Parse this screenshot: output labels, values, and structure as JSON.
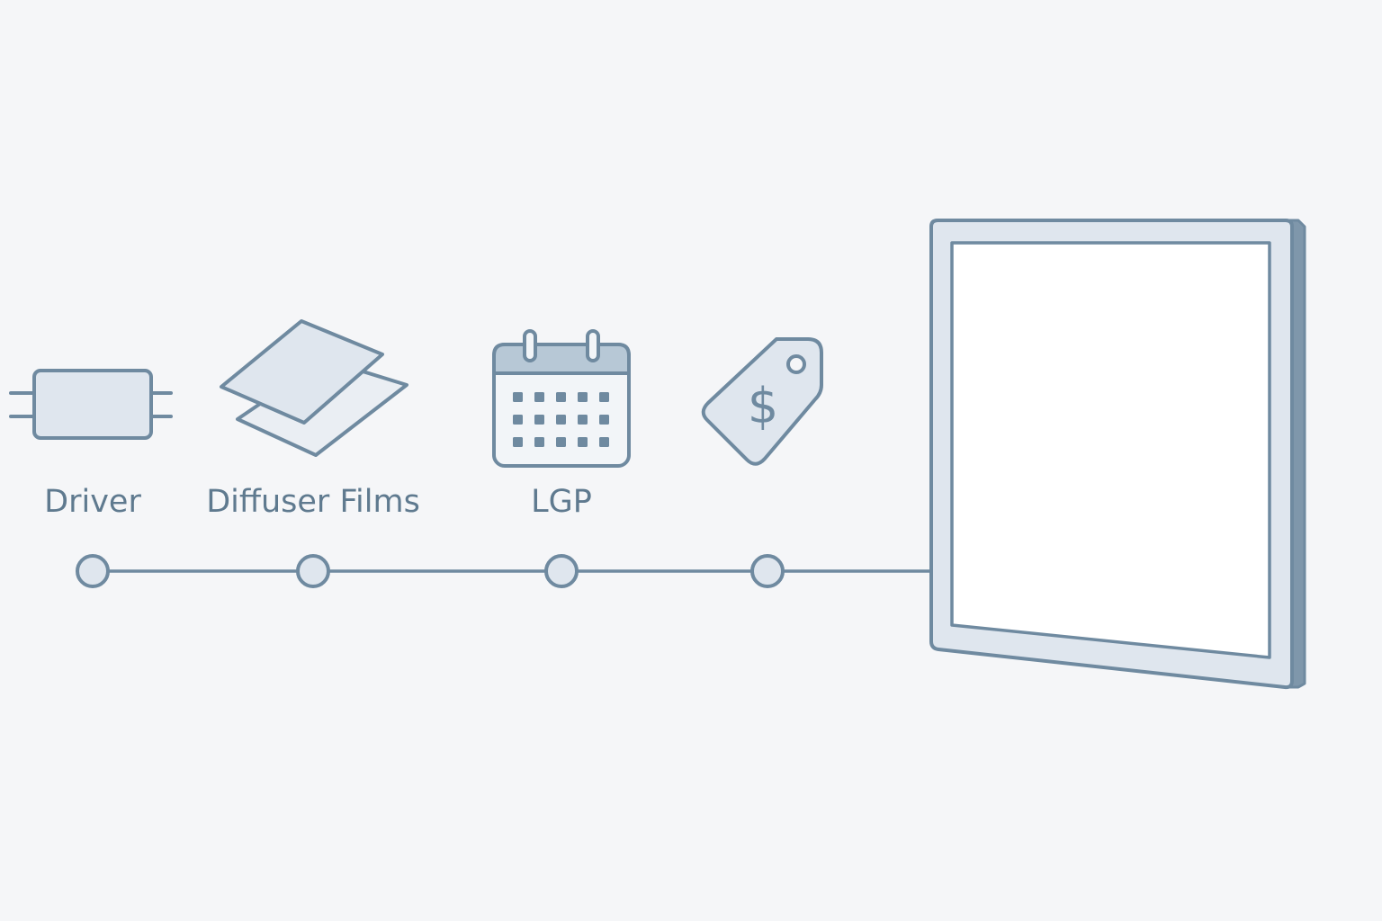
{
  "diagram": {
    "colors": {
      "background": "#f5f6f8",
      "stroke": "#6f8aa0",
      "fill_light": "#dfe6ee",
      "fill_mid": "#b7c8d6",
      "label": "#5f7a8f",
      "panel_face": "#ffffff"
    },
    "components": [
      {
        "id": "driver",
        "label": "Driver",
        "icon": "driver-box-icon"
      },
      {
        "id": "diffuser",
        "label": "Diffuser Films",
        "icon": "stacked-films-icon"
      },
      {
        "id": "lgp",
        "label": "LGP",
        "icon": "calendar-icon"
      },
      {
        "id": "price",
        "label": "",
        "icon": "price-tag-icon"
      }
    ],
    "target": {
      "icon": "flat-panel-light-icon"
    }
  }
}
